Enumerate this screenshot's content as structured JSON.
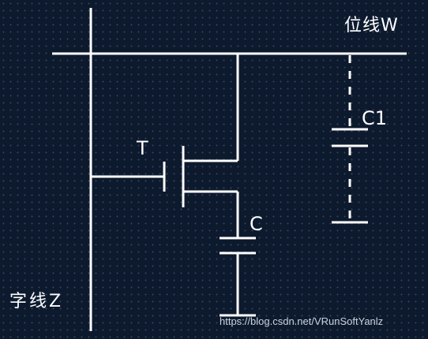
{
  "labels": {
    "bit_line": "位线W",
    "capacitor_c1": "C1",
    "transistor": "T",
    "capacitor_c": "C",
    "word_line": "字线Z"
  },
  "watermark": "https://blog.csdn.net/VRunSoftYanlz",
  "colors": {
    "background": "#0d1a2e",
    "wire": "#ffffff",
    "dots": "#7896be"
  }
}
